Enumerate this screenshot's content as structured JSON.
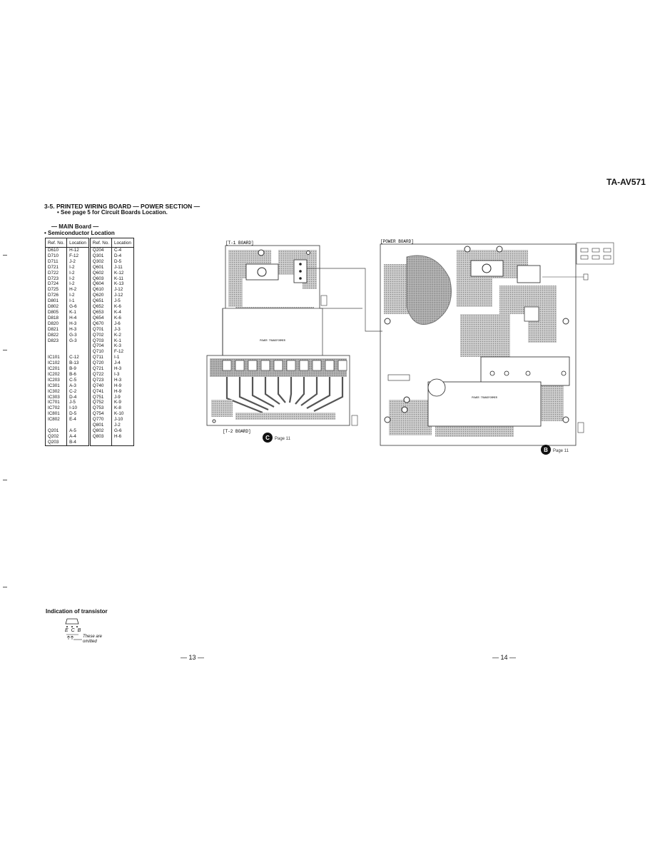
{
  "model": "TA-AV571",
  "section_title": "3-5.  PRINTED WIRING BOARD — POWER SECTION —",
  "section_note": "• See page 5 for Circuit Boards Location.",
  "board_label": "— MAIN Board —",
  "table_caption": "• Semiconductor Location",
  "table": {
    "headers": [
      "Ref. No.",
      "Location",
      "Ref. No.",
      "Location"
    ],
    "left": [
      [
        "D610",
        "H-12"
      ],
      [
        "D710",
        "F-12"
      ],
      [
        "D711",
        "J-2"
      ],
      [
        "D721",
        "I-2"
      ],
      [
        "D722",
        "I-2"
      ],
      [
        "D723",
        "I-2"
      ],
      [
        "D724",
        "I-2"
      ],
      [
        "D725",
        "H-2"
      ],
      [
        "D726",
        "I-2"
      ],
      [
        "D801",
        "I-1"
      ],
      [
        "D802",
        "G-6"
      ],
      [
        "D805",
        "K-1"
      ],
      [
        "D818",
        "H-4"
      ],
      [
        "D820",
        "H-3"
      ],
      [
        "D821",
        "H-3"
      ],
      [
        "D822",
        "G-3"
      ],
      [
        "D823",
        "G-3"
      ],
      [
        "",
        ""
      ],
      [
        "",
        ""
      ],
      [
        "IC101",
        "C-12"
      ],
      [
        "IC102",
        "B-13"
      ],
      [
        "IC201",
        "B-9"
      ],
      [
        "IC202",
        "B-6"
      ],
      [
        "IC203",
        "C-5"
      ],
      [
        "IC301",
        "A-3"
      ],
      [
        "IC302",
        "C-2"
      ],
      [
        "IC303",
        "D-4"
      ],
      [
        "IC701",
        "J-5"
      ],
      [
        "IC702",
        "I-10"
      ],
      [
        "IC801",
        "D-5"
      ],
      [
        "IC802",
        "E-4"
      ],
      [
        "",
        ""
      ],
      [
        "Q201",
        "A-5"
      ],
      [
        "Q202",
        "A-4"
      ],
      [
        "Q203",
        "B-4"
      ]
    ],
    "right": [
      [
        "Q204",
        "C-4"
      ],
      [
        "Q301",
        "D-4"
      ],
      [
        "Q302",
        "D-5"
      ],
      [
        "Q601",
        "J-11"
      ],
      [
        "Q602",
        "K-12"
      ],
      [
        "Q603",
        "K-11"
      ],
      [
        "Q604",
        "K-13"
      ],
      [
        "Q610",
        "J-12"
      ],
      [
        "Q620",
        "J-12"
      ],
      [
        "Q651",
        "J-5"
      ],
      [
        "Q652",
        "K-6"
      ],
      [
        "Q653",
        "K-4"
      ],
      [
        "Q654",
        "K-6"
      ],
      [
        "Q670",
        "J-6"
      ],
      [
        "Q701",
        "J-3"
      ],
      [
        "Q702",
        "K-2"
      ],
      [
        "Q703",
        "K-1"
      ],
      [
        "Q704",
        "K-3"
      ],
      [
        "Q710",
        "F-12"
      ],
      [
        "Q711",
        "I-1"
      ],
      [
        "Q720",
        "J-4"
      ],
      [
        "Q721",
        "H-3"
      ],
      [
        "Q722",
        "I-3"
      ],
      [
        "Q723",
        "H-3"
      ],
      [
        "Q740",
        "H-9"
      ],
      [
        "Q741",
        "H-9"
      ],
      [
        "Q751",
        "J-9"
      ],
      [
        "Q752",
        "K-9"
      ],
      [
        "Q753",
        "K-8"
      ],
      [
        "Q754",
        "K-10"
      ],
      [
        "Q770",
        "J-10"
      ],
      [
        "Q801",
        "J-2"
      ],
      [
        "Q802",
        "G-6"
      ],
      [
        "Q803",
        "H-6"
      ],
      [
        "",
        ""
      ]
    ]
  },
  "transistor_indication": {
    "title": "Indication of transistor",
    "pins": "E C B",
    "note_line1": "These are",
    "note_line2": "omitted"
  },
  "boards": {
    "t1": "[T-1 BOARD]",
    "t2": "[T-2 BOARD]",
    "power": "[POWER BOARD]",
    "ref_c_letter": "C",
    "ref_c_page": "Page 11",
    "ref_b_letter": "B",
    "ref_b_page": "Page 11",
    "transformer_t1": "POWER TRANSFORMER",
    "transformer_t2": "POWER TRANSFORMER"
  },
  "page_left": "— 13 —",
  "page_right": "— 14 —"
}
